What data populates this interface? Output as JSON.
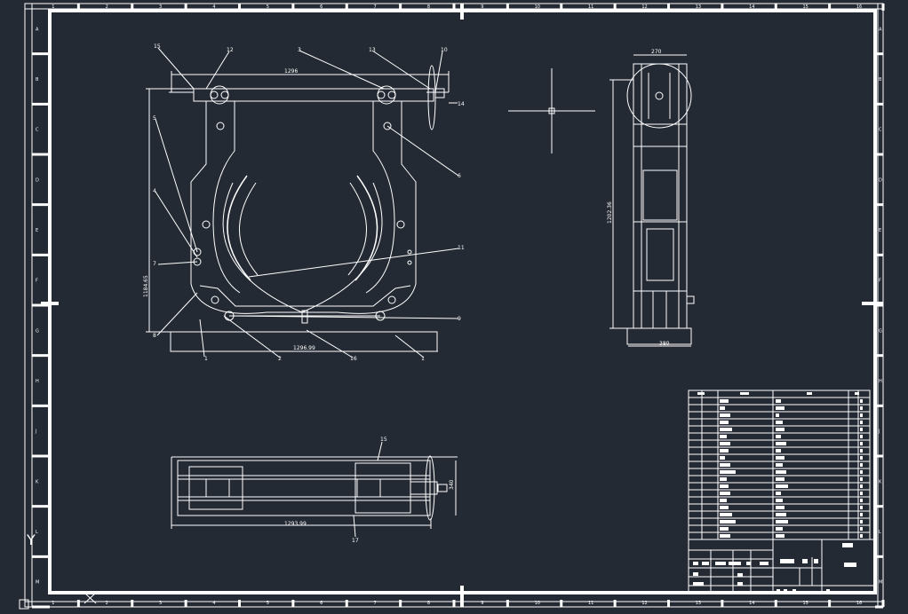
{
  "drawing": {
    "background": "#242a33",
    "line_color": "#ffffff",
    "zone_numbers": [
      "1",
      "2",
      "3",
      "4",
      "5",
      "6",
      "7",
      "8",
      "9",
      "10",
      "11",
      "12",
      "13",
      "14",
      "15",
      "16"
    ],
    "zone_letters": [
      "A",
      "B",
      "C",
      "D",
      "E",
      "F",
      "G",
      "H",
      "J",
      "K",
      "L",
      "M"
    ],
    "front_view": {
      "dim_top": "1296",
      "dim_bottom": "1296.99",
      "dim_left": "1184.65",
      "balloons": [
        "15",
        "12",
        "3",
        "13",
        "10",
        "14",
        "5",
        "4",
        "7",
        "6",
        "11",
        "9",
        "8",
        "1",
        "2",
        "16"
      ]
    },
    "side_view": {
      "dim_top": "270",
      "dim_bottom": "380",
      "dim_left": "1202.36"
    },
    "plan_view": {
      "dim_bottom": "1293.99",
      "dim_right": "340",
      "balloons": [
        "15",
        "17"
      ]
    },
    "ucs_icon": "Y"
  }
}
